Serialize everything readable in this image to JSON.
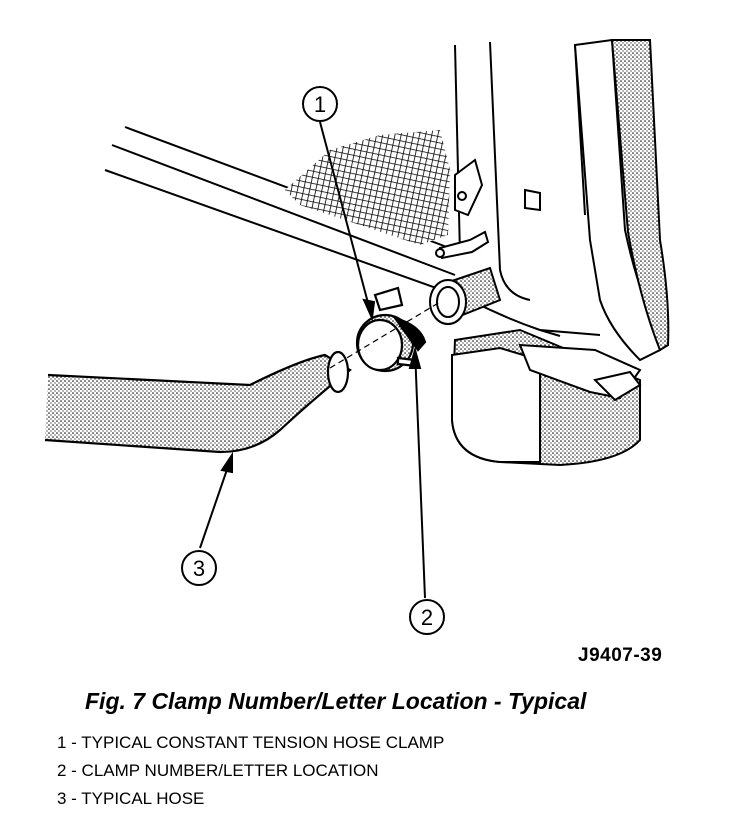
{
  "figure": {
    "id": "J9407-39",
    "caption": "Fig. 7 Clamp Number/Letter Location - Typical",
    "callouts": [
      "1",
      "2",
      "3"
    ]
  },
  "legend": [
    {
      "number": "1",
      "text": "1 - TYPICAL CONSTANT TENSION HOSE CLAMP"
    },
    {
      "number": "2",
      "text": "2 - CLAMP NUMBER/LETTER LOCATION"
    },
    {
      "number": "3",
      "text": "3 - TYPICAL HOSE"
    }
  ]
}
